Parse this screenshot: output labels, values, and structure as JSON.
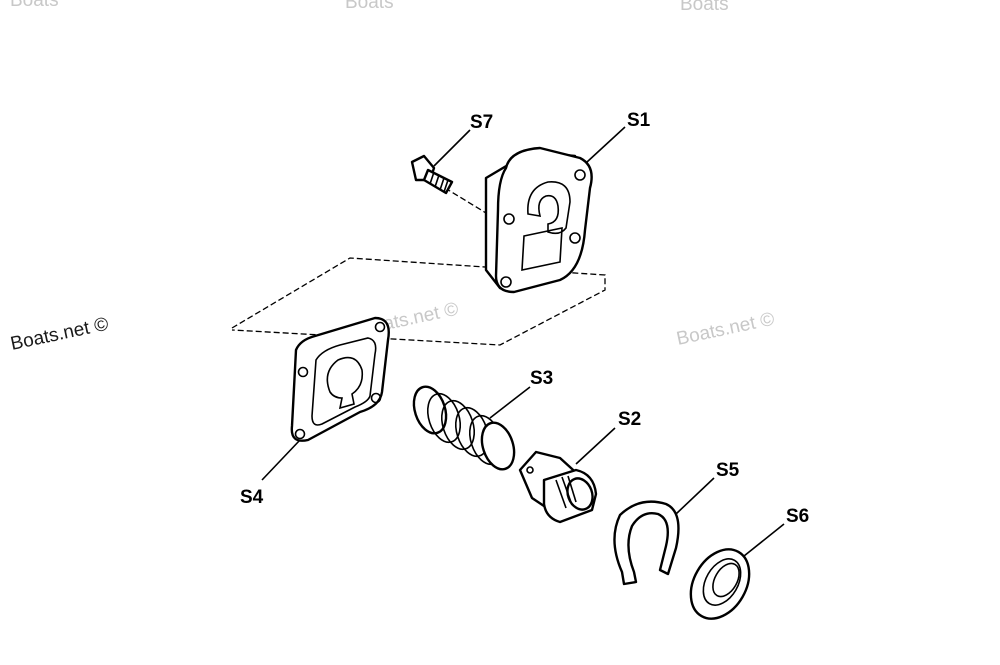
{
  "callouts": {
    "s1": "S1",
    "s2": "S2",
    "s3": "S3",
    "s4": "S4",
    "s5": "S5",
    "s6": "S6",
    "s7": "S7"
  },
  "watermarks": {
    "primary": "Boats.net ©",
    "faint": "Boats.net ©",
    "top": "Boats"
  },
  "colors": {
    "line": "#000000",
    "watermark": "#c8c8c8",
    "background": "#ffffff"
  }
}
